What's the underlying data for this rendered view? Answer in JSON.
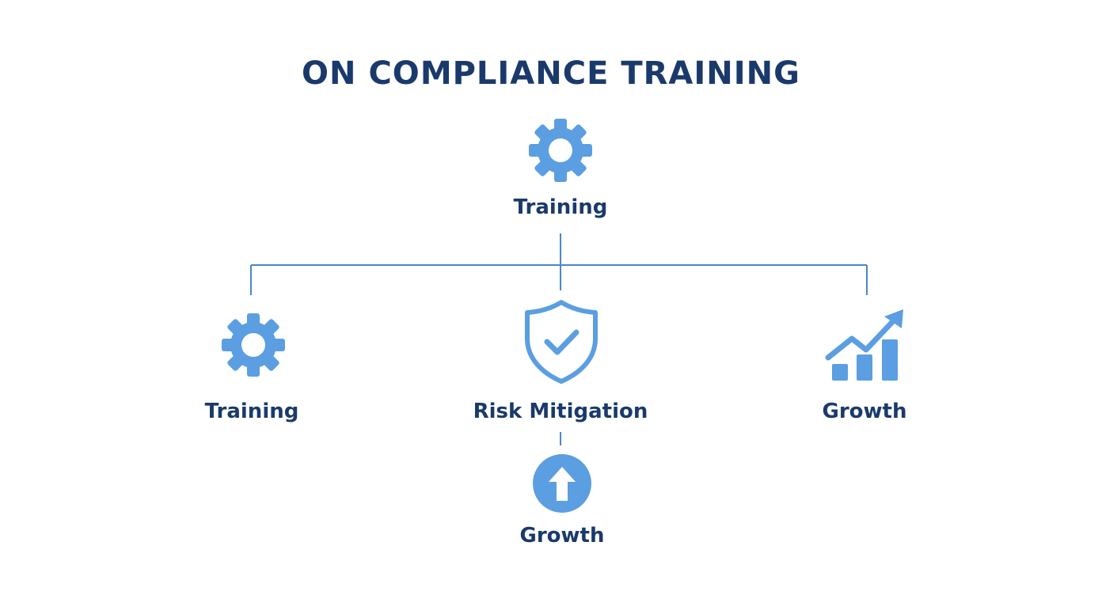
{
  "title": "ON COMPLIANCE TRAINING",
  "colors": {
    "title": "#1a3a6b",
    "icon": "#5b9ee1",
    "connector": "#4a86c8"
  },
  "nodes": {
    "root": {
      "label": "Training",
      "icon": "gear-icon"
    },
    "left": {
      "label": "Training",
      "icon": "gear-icon"
    },
    "center": {
      "label": "Risk Mitigation",
      "icon": "shield-check-icon"
    },
    "right": {
      "label": "Growth",
      "icon": "growth-chart-icon"
    },
    "bottom": {
      "label": "Growth",
      "icon": "arrow-up-circle-icon"
    }
  }
}
